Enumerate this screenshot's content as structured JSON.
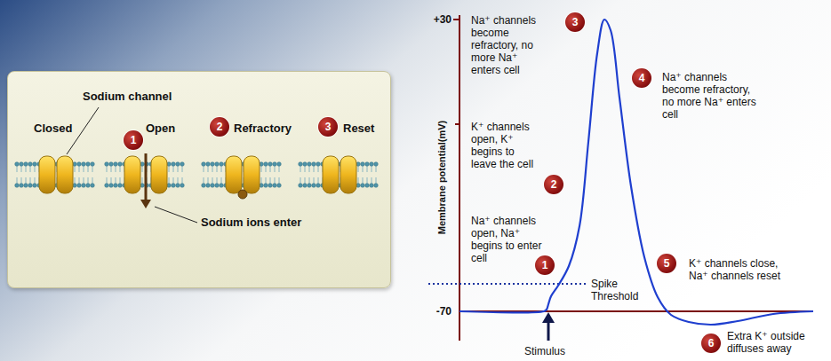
{
  "diagram": {
    "nodes": [
      {
        "text": [
          "Sodium channel",
          "Closed",
          "Open",
          "Refractory",
          "Reset",
          "Sodium ions enter"
        ]
      }
    ],
    "labels": [
      "1",
      "2",
      "3",
      "+30",
      "Na⁺ channels become refractory, no more Na⁺ enters cell",
      "3",
      "4",
      "Na⁺ channels become refractory, no more Na⁺ enters cell",
      "Membrane potential(mV)",
      "K⁺ channels open, K⁺ begins to leave the cell",
      "2",
      "Na⁺ channels open, Na⁺ begins to enter cell",
      "1",
      "5",
      "K⁺ channels close, Na⁺ channels reset",
      "Spike Threshold",
      "-70",
      "Stimulus",
      "6",
      "Extra K⁺ outside diffuses away"
    ]
  }
}
